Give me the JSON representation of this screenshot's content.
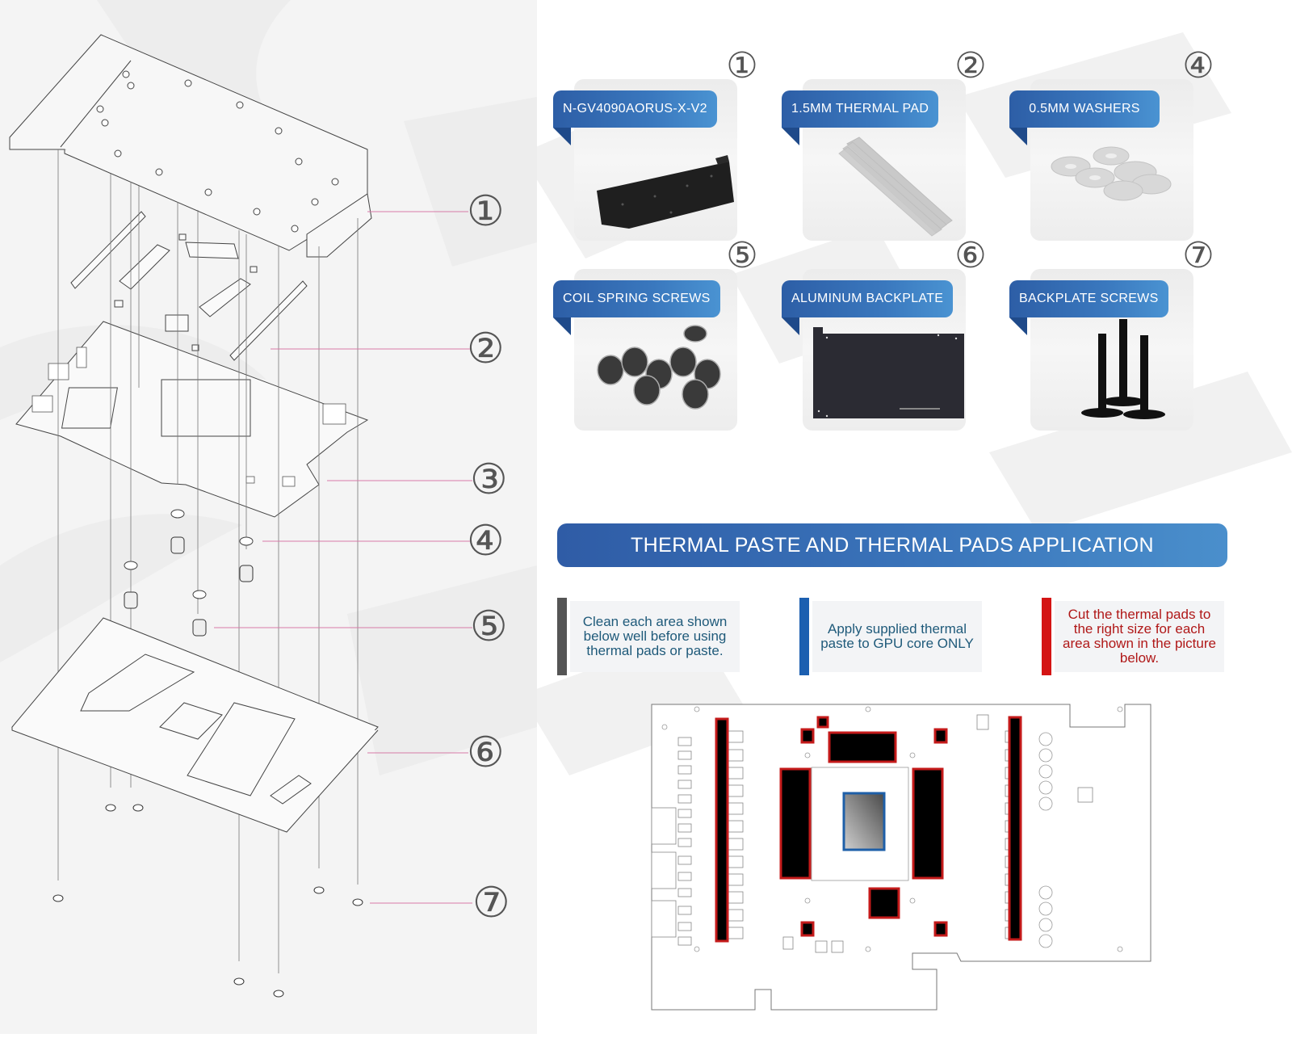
{
  "exploded_view": {
    "callouts": [
      {
        "number": "①",
        "label": "1"
      },
      {
        "number": "②",
        "label": "2"
      },
      {
        "number": "③",
        "label": "3"
      },
      {
        "number": "④",
        "label": "4"
      },
      {
        "number": "⑤",
        "label": "5"
      },
      {
        "number": "⑥",
        "label": "6"
      },
      {
        "number": "⑦",
        "label": "7"
      }
    ]
  },
  "parts": [
    {
      "number": "①",
      "name": "N-GV4090AORUS-X-V2",
      "icon": "water-block-icon"
    },
    {
      "number": "②",
      "name": "1.5MM THERMAL PAD",
      "icon": "thermal-pad-icon"
    },
    {
      "number": "④",
      "name": "0.5MM WASHERS",
      "icon": "washers-icon"
    },
    {
      "number": "⑤",
      "name": "COIL SPRING SCREWS",
      "icon": "spring-screws-icon"
    },
    {
      "number": "⑥",
      "name": "ALUMINUM BACKPLATE",
      "icon": "backplate-icon"
    },
    {
      "number": "⑦",
      "name": "BACKPLATE SCREWS",
      "icon": "screws-icon"
    }
  ],
  "application": {
    "title": "THERMAL PASTE AND THERMAL PADS APPLICATION",
    "notes": [
      {
        "text": "Clean each area shown below well before using thermal pads or paste.",
        "color": "#555555",
        "text_color": "#1f5a7a"
      },
      {
        "text": "Apply supplied thermal paste to GPU core ONLY",
        "color": "#1c5fb0",
        "text_color": "#1f5a7a"
      },
      {
        "text": "Cut the thermal pads to the right size for each area shown in the picture below.",
        "color": "#d41414",
        "text_color": "#b01818"
      }
    ]
  },
  "colors": {
    "accent_blue": "#3a74ba",
    "pad_red": "#c41a1a",
    "core_blue": "#1e5fa8",
    "callout_line": "#d77aa8"
  }
}
